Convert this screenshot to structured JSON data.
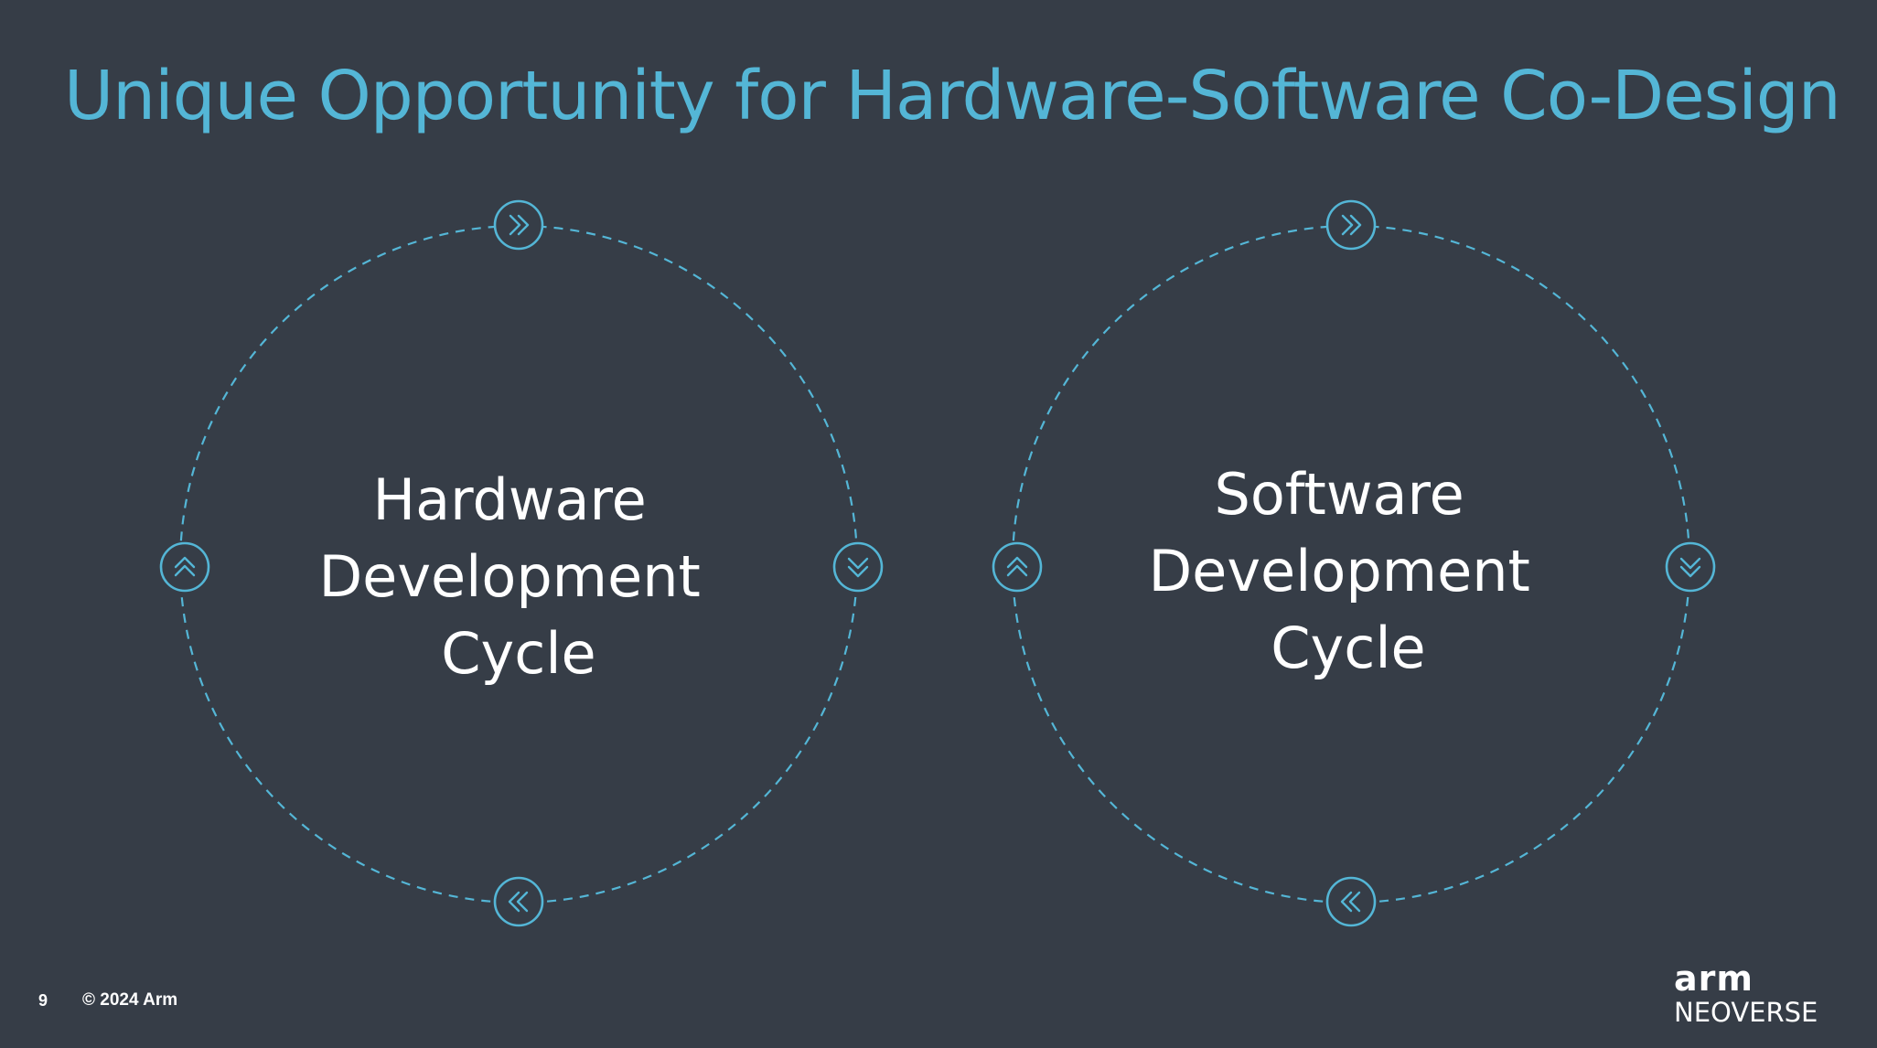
{
  "slide": {
    "title": "Unique Opportunity for Hardware-Software Co-Design",
    "page_number": "9",
    "copyright": "© 2024 Arm"
  },
  "cycles": [
    {
      "label_lines": [
        "Hardware",
        "Development",
        "Cycle"
      ],
      "markers": [
        "chevron-right-icon",
        "chevron-down-icon",
        "chevron-left-icon",
        "chevron-up-icon"
      ]
    },
    {
      "label_lines": [
        "Software",
        "Development",
        "Cycle"
      ],
      "markers": [
        "chevron-right-icon",
        "chevron-down-icon",
        "chevron-left-icon",
        "chevron-up-icon"
      ]
    }
  ],
  "logo": {
    "brand": "arm",
    "product": "NEOVERSE"
  },
  "colors": {
    "background": "#363d47",
    "accent": "#54b6d6",
    "text": "#ffffff"
  }
}
